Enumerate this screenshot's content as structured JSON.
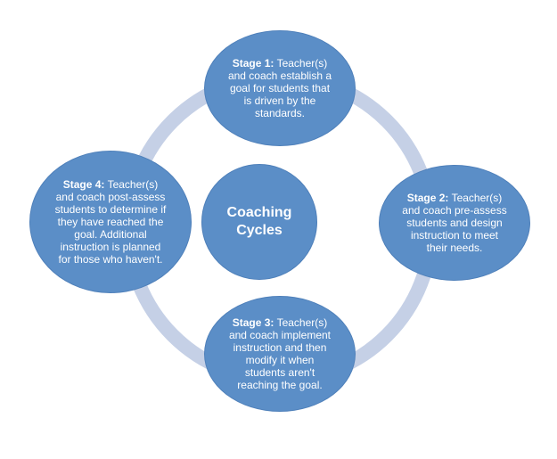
{
  "diagram": {
    "center": {
      "line1": "Coaching",
      "line2": "Cycles"
    },
    "stages": [
      {
        "label": "Stage 1:",
        "text": "Teacher(s) and coach establish a goal for students that is driven by the standards."
      },
      {
        "label": "Stage 2:",
        "text": "Teacher(s) and coach pre-assess students and design instruction to meet their needs."
      },
      {
        "label": "Stage 3:",
        "text": "Teacher(s) and coach implement instruction and then modify it when students aren't reaching the goal."
      },
      {
        "label": "Stage 4:",
        "text": "Teacher(s) and coach post-assess students to determine if they have reached the goal. Additional instruction is planned for those who haven't."
      }
    ],
    "colors": {
      "node_fill": "#5b8ec7",
      "ring": "#c5d0e6",
      "text": "#ffffff"
    }
  }
}
